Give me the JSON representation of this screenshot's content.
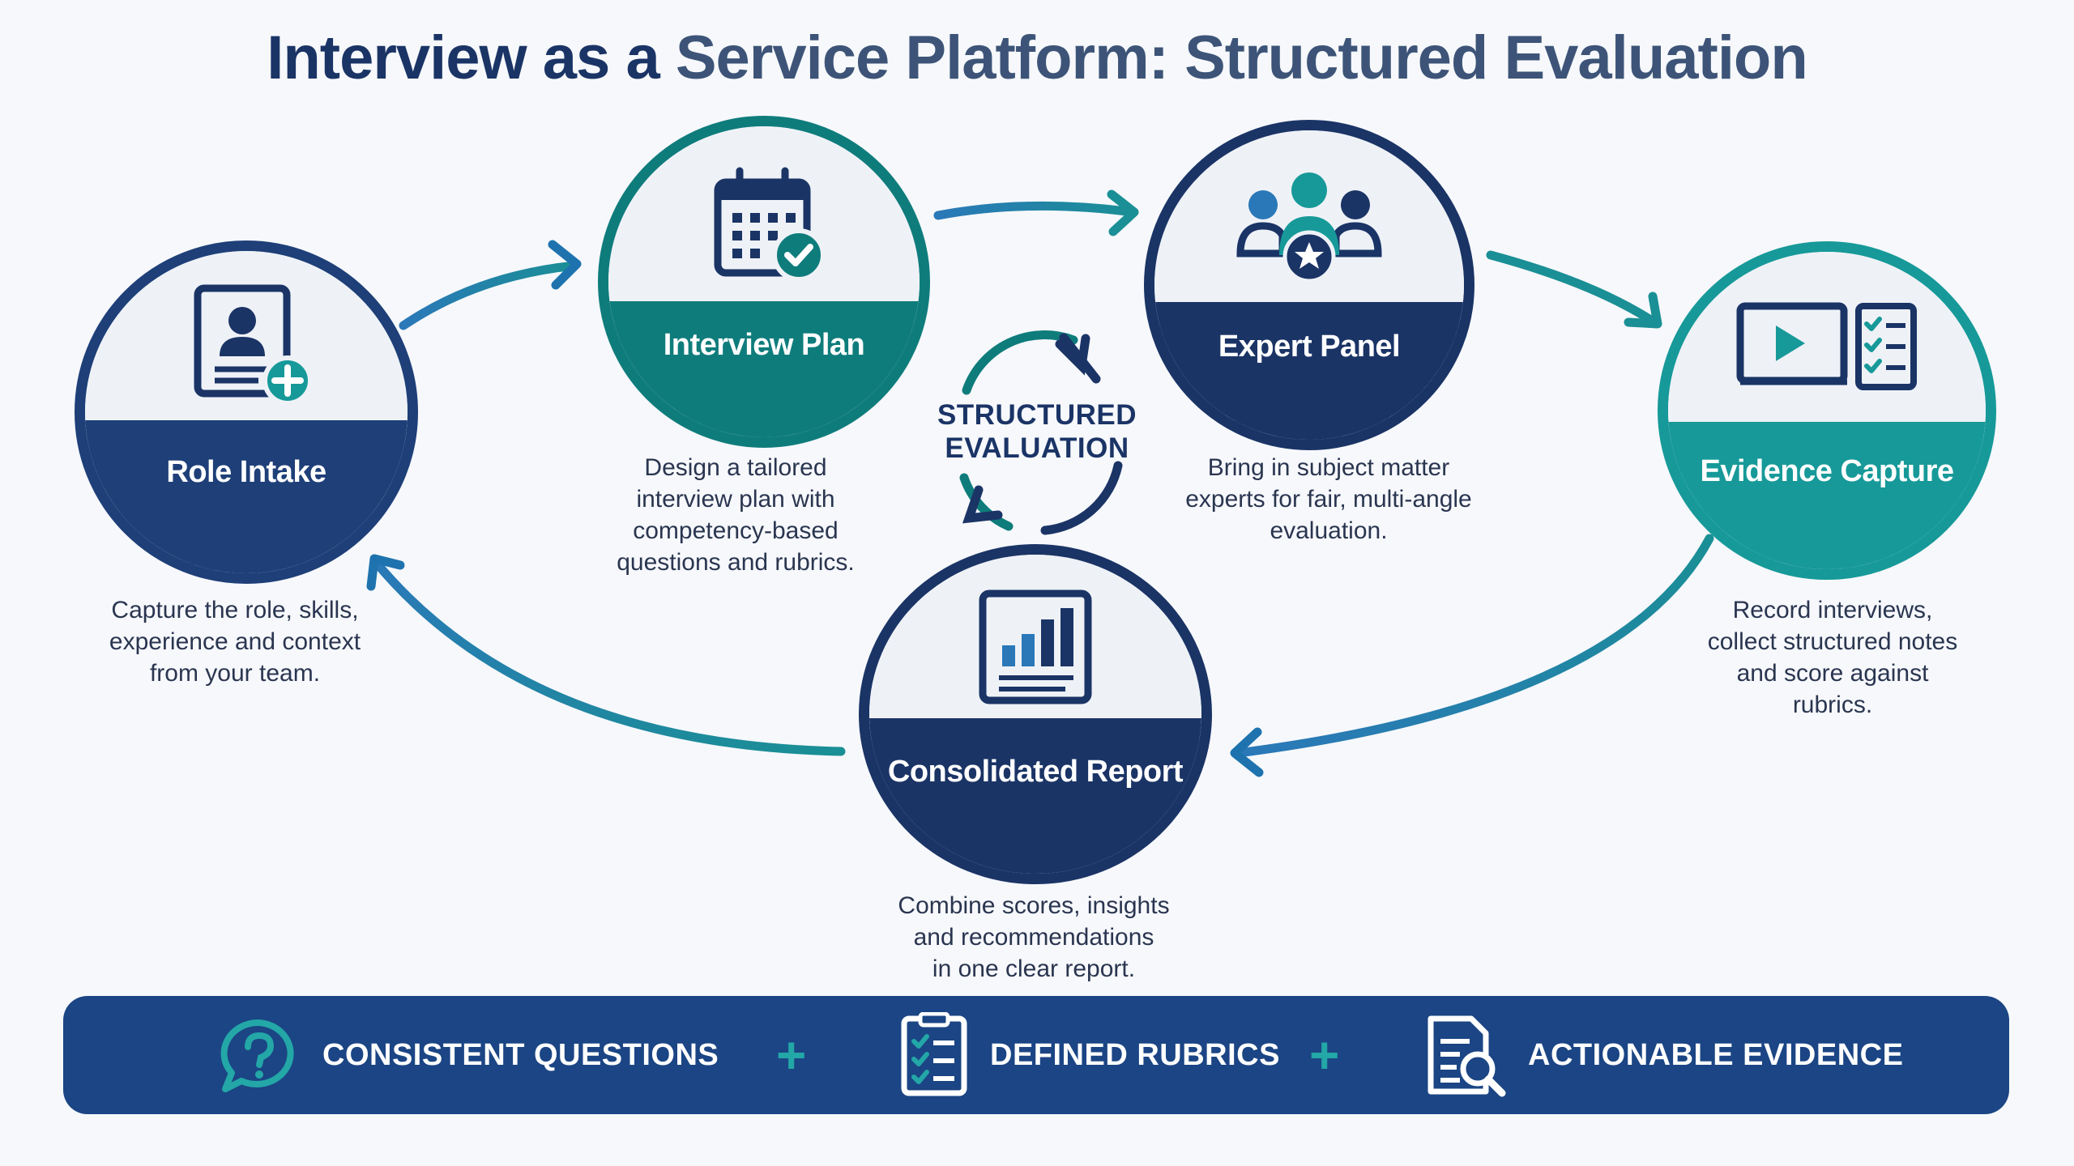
{
  "title": {
    "part1": "Interview as a ",
    "part2": "Service Platform: Structured Evaluation"
  },
  "center_label": {
    "line1": "STRUCTURED",
    "line2": "EVALUATION"
  },
  "steps": [
    {
      "label": "Role Intake",
      "icon": "profile-card-add-icon",
      "desc": [
        "Capture the role, skills,",
        "experience and context",
        "from your team."
      ]
    },
    {
      "label": "Interview Plan",
      "icon": "calendar-check-icon",
      "desc": [
        "Design a tailored",
        "interview plan with",
        "competency-based",
        "questions and rubrics."
      ]
    },
    {
      "label": "Expert Panel",
      "icon": "expert-group-star-icon",
      "desc": [
        "Bring in subject matter",
        "experts for fair, multi-angle",
        "evaluation."
      ]
    },
    {
      "label": "Evidence Capture",
      "icon": "video-checklist-icon",
      "desc": [
        "Record interviews,",
        "collect structured notes",
        "and score against",
        "rubrics."
      ]
    },
    {
      "label": "Consolidated Report",
      "icon": "report-chart-icon",
      "desc": [
        "Combine scores, insights",
        "and recommendations",
        "in one clear report."
      ]
    }
  ],
  "banner": {
    "items": [
      {
        "label": "CONSISTENT QUESTIONS",
        "icon": "question-bubble-icon"
      },
      {
        "label": "DEFINED RUBRICS",
        "icon": "checklist-icon"
      },
      {
        "label": "ACTIONABLE EVIDENCE",
        "icon": "document-search-icon"
      }
    ],
    "separator": "+"
  },
  "colors": {
    "navy": "#1b3466",
    "dark_blue": "#1e3f78",
    "teal": "#0f7c7c",
    "teal_light": "#179999",
    "banner": "#1b4584",
    "accent_teal": "#23a7a7",
    "arrow_blue": "#1d6fa8"
  }
}
